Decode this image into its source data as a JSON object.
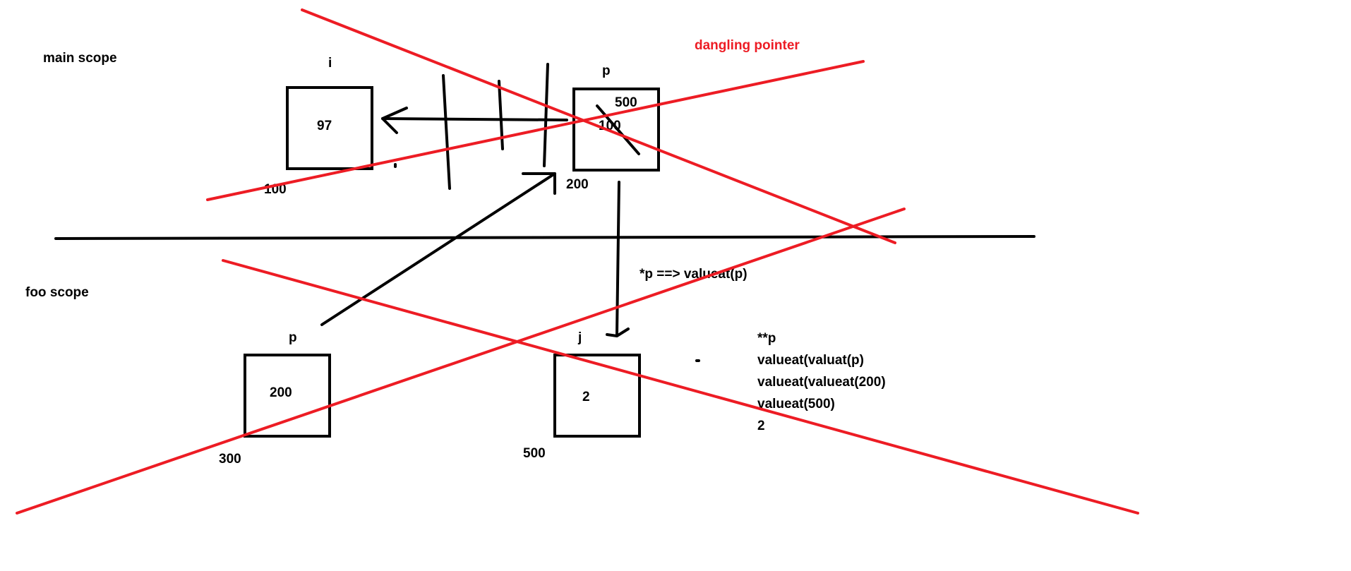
{
  "colors": {
    "ink": "#000000",
    "strike": "#ed1c24",
    "background": "#ffffff"
  },
  "scopes": {
    "main": "main scope",
    "foo": "foo scope"
  },
  "note": "dangling pointer",
  "main_i": {
    "name": "i",
    "value": "97",
    "address": "100"
  },
  "main_p": {
    "name": "p",
    "new_value": "500",
    "old_value": "100",
    "address": "200"
  },
  "foo_p": {
    "name": "p",
    "value": "200",
    "address": "300"
  },
  "foo_j": {
    "name": "j",
    "value": "2",
    "address": "500"
  },
  "deref_label": "*p ==> valueat(p)",
  "evaluation_steps": [
    "**p",
    "valueat(valuat(p)",
    "valueat(valueat(200)",
    "valueat(500)",
    "2"
  ]
}
